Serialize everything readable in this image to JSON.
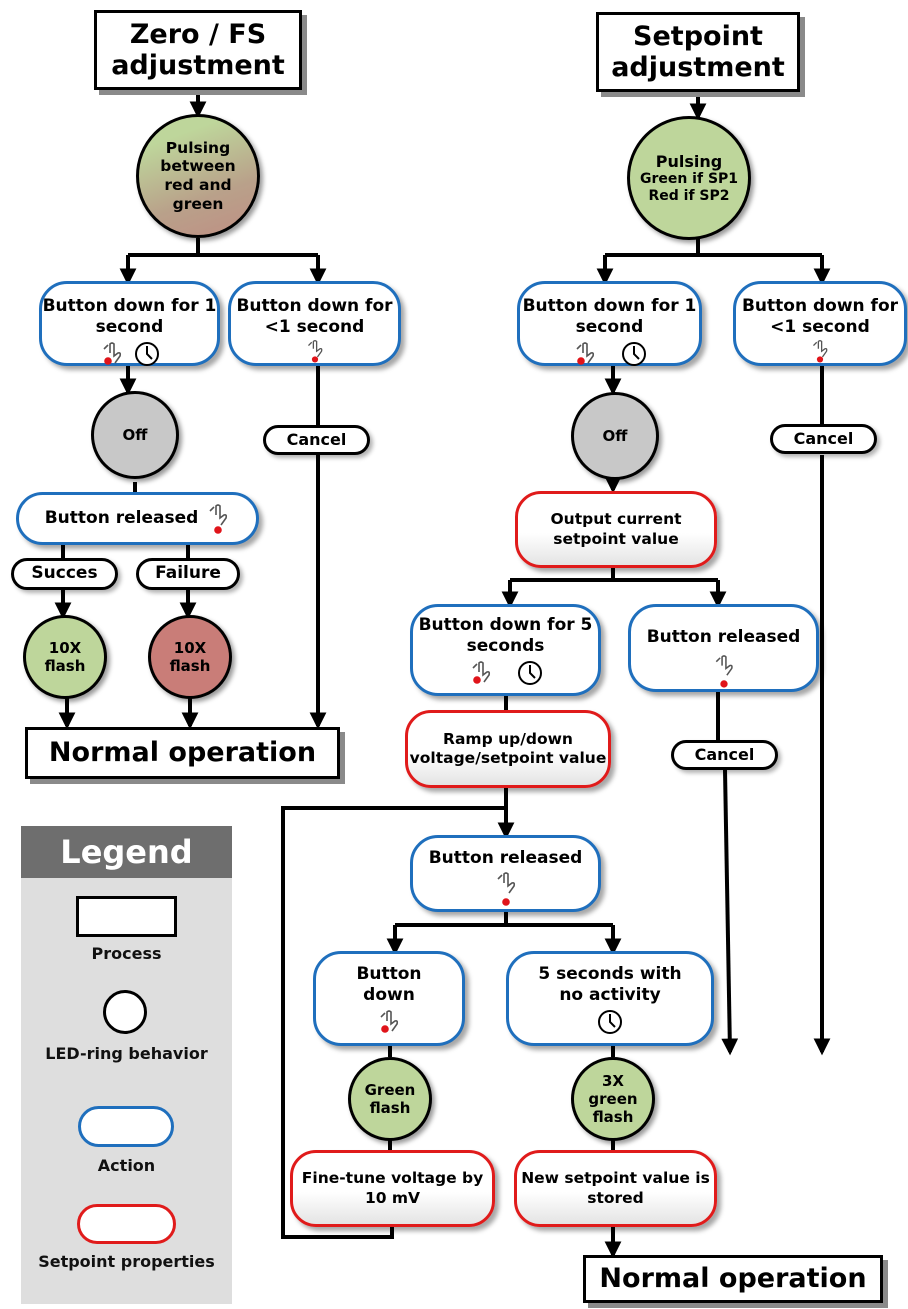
{
  "zero_fs": {
    "title": "Zero / FS adjustment",
    "led_pulse": "Pulsing between red and green",
    "btn_1s": "Button down for 1 second",
    "btn_lt1s": "Button down for <1 second",
    "led_off": "Off",
    "cancel": "Cancel",
    "released": "Button released",
    "success": "Succes",
    "failure": "Failure",
    "flash_ok": "10X flash",
    "flash_fail": "10X flash",
    "normal": "Normal operation"
  },
  "setpoint": {
    "title": "Setpoint adjustment",
    "led_pulse_1": "Pulsing",
    "led_pulse_2": "Green if SP1",
    "led_pulse_3": "Red if SP2",
    "btn_1s": "Button down for 1 second",
    "btn_lt1s": "Button down for <1 second",
    "led_off": "Off",
    "cancel_1": "Cancel",
    "output": "Output current setpoint value",
    "btn_5s": "Button down for 5 seconds",
    "released_1": "Button released",
    "ramp": "Ramp up/down voltage/setpoint value",
    "cancel_2": "Cancel",
    "released_2": "Button released",
    "btn_down": "Button down",
    "idle_5s": "5 seconds with no activity",
    "flash_green": "Green flash",
    "flash_3x": "3X green flash",
    "fine_tune": "Fine-tune voltage by 10 mV",
    "stored": "New setpoint value is stored",
    "normal": "Normal operation"
  },
  "legend": {
    "title": "Legend",
    "process": "Process",
    "led": "LED-ring behavior",
    "action": "Action",
    "setpoint": "Setpoint properties"
  },
  "colors": {
    "action_border": "#1f6fbd",
    "setpoint_border": "#e01b1b",
    "led_green": "#bed69b",
    "led_red": "#c97d78",
    "led_off": "#c8c8c8",
    "legend_bg": "#dedede",
    "legend_header": "#6e6e6e"
  },
  "icons": [
    "hand-press-icon",
    "clock-icon"
  ]
}
